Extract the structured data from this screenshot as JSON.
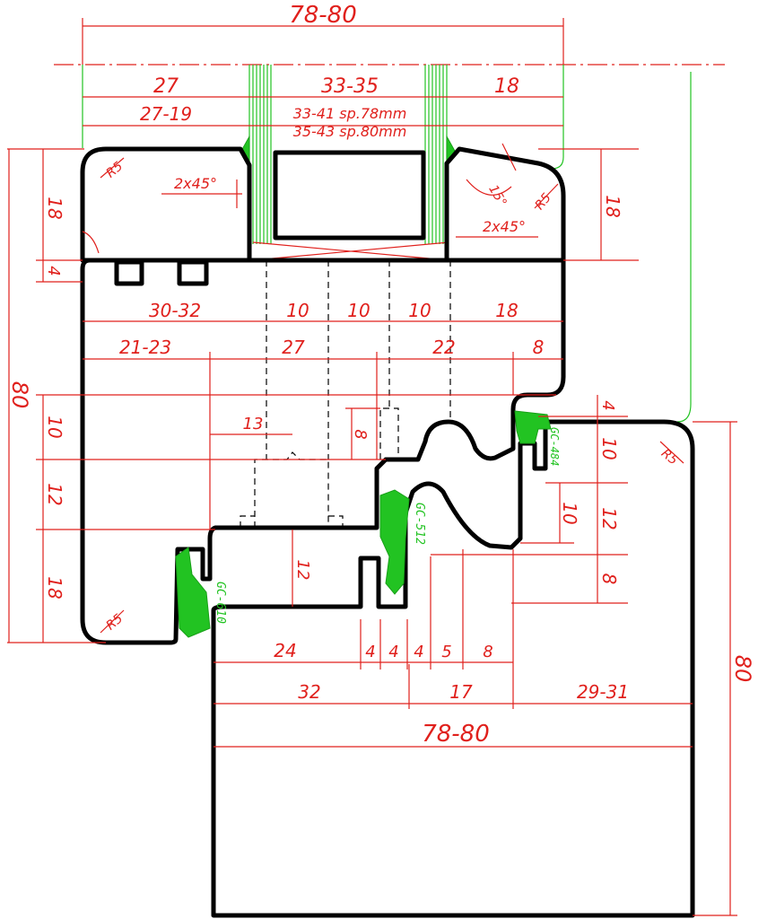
{
  "colors": {
    "profile": "#000000",
    "dimension": "#e0201c",
    "glass_line": "#22c322",
    "gasket": "#22c322",
    "background": "#ffffff"
  },
  "dimensions": {
    "top_overall": "78-80",
    "top_left": "27",
    "top_left_alt": "27-19",
    "glass": "33-35",
    "glass_spec_1": "33-41 sp.78mm",
    "glass_spec_2": "35-43 sp.80mm",
    "top_right": "18",
    "chamfer_left": "2x45°",
    "chamfer_right": "2x45°",
    "angle": "15°",
    "radius_bead_left": "R5",
    "radius_bead_right": "R5",
    "radius_sash_bottom": "R5",
    "radius_frame_top": "R5",
    "left_h_18": "18",
    "left_h_4": "4",
    "left_h_80": "80",
    "left_h_10": "10",
    "left_h_12": "12",
    "left_h_18b": "18",
    "right_h_18": "18",
    "row1_a": "30-32",
    "row1_b": "10",
    "row1_c": "10",
    "row1_d": "10",
    "row1_e": "18",
    "row2_a": "21-23",
    "row2_b": "27",
    "row2_c": "22",
    "row2_d": "8",
    "mid_13": "13",
    "mid_8": "8",
    "mid_12": "12",
    "frame_r_4": "4",
    "frame_r_10": "10",
    "frame_r_12": "12",
    "frame_r_8": "8",
    "frame_r_10b": "10",
    "frame_r_80": "80",
    "bottom_row1_a": "24",
    "bottom_row1_b": "4",
    "bottom_row1_c": "4",
    "bottom_row1_d": "4",
    "bottom_row1_e": "5",
    "bottom_row1_f": "8",
    "bottom_row2_a": "32",
    "bottom_row2_b": "17",
    "bottom_row2_c": "29-31",
    "bottom_overall": "78-80"
  },
  "gaskets": {
    "sash_gasket": "GC-610",
    "middle_gasket": "GC-512",
    "frame_gasket": "GC-484"
  }
}
